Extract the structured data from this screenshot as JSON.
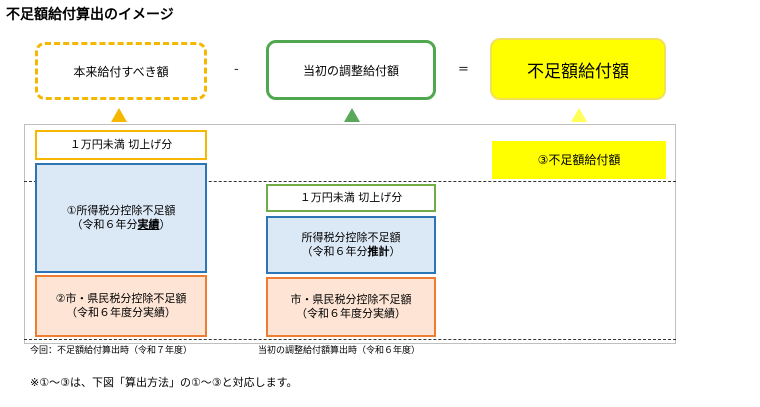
{
  "title": "不足額給付算出のイメージ",
  "top": {
    "box1": "本来給付すべき額",
    "minus": "-",
    "box2": "当初の調整給付額",
    "equals": "=",
    "box3": "不足額給付額"
  },
  "left": {
    "round_up": "１万円未満 切上げ分",
    "income_l1": "①所得税分控除不足額",
    "income_l2_a": "（令和６年分",
    "income_l2_b": "実績",
    "income_l2_c": "）",
    "resident_l1": "②市・県民税分控除不足額",
    "resident_l2": "（令和６年度分実績）",
    "caption": "今回：不足額給付算出時（令和７年度）"
  },
  "middle": {
    "round_up": "１万円未満 切上げ分",
    "income_l1": "所得税分控除不足額",
    "income_l2_a": "（令和６年分",
    "income_l2_b": "推計",
    "income_l2_c": "）",
    "resident_l1": "市・県民税分控除不足額",
    "resident_l2": "（令和６年度分実績）",
    "caption": "当初の調整給付額算出時（令和６年度）"
  },
  "right": {
    "result": "③不足額給付額"
  },
  "note": "※①～③は、下図「算出方法」の①～③と対応します。",
  "colors": {
    "orange": "#f5b700",
    "green": "#4fa84f",
    "yellow": "#ffff00",
    "blue": "#2e75b6",
    "blue_fill": "#dbe8f5",
    "salmon": "#ed7d31",
    "salmon_fill": "#fde4d4"
  }
}
